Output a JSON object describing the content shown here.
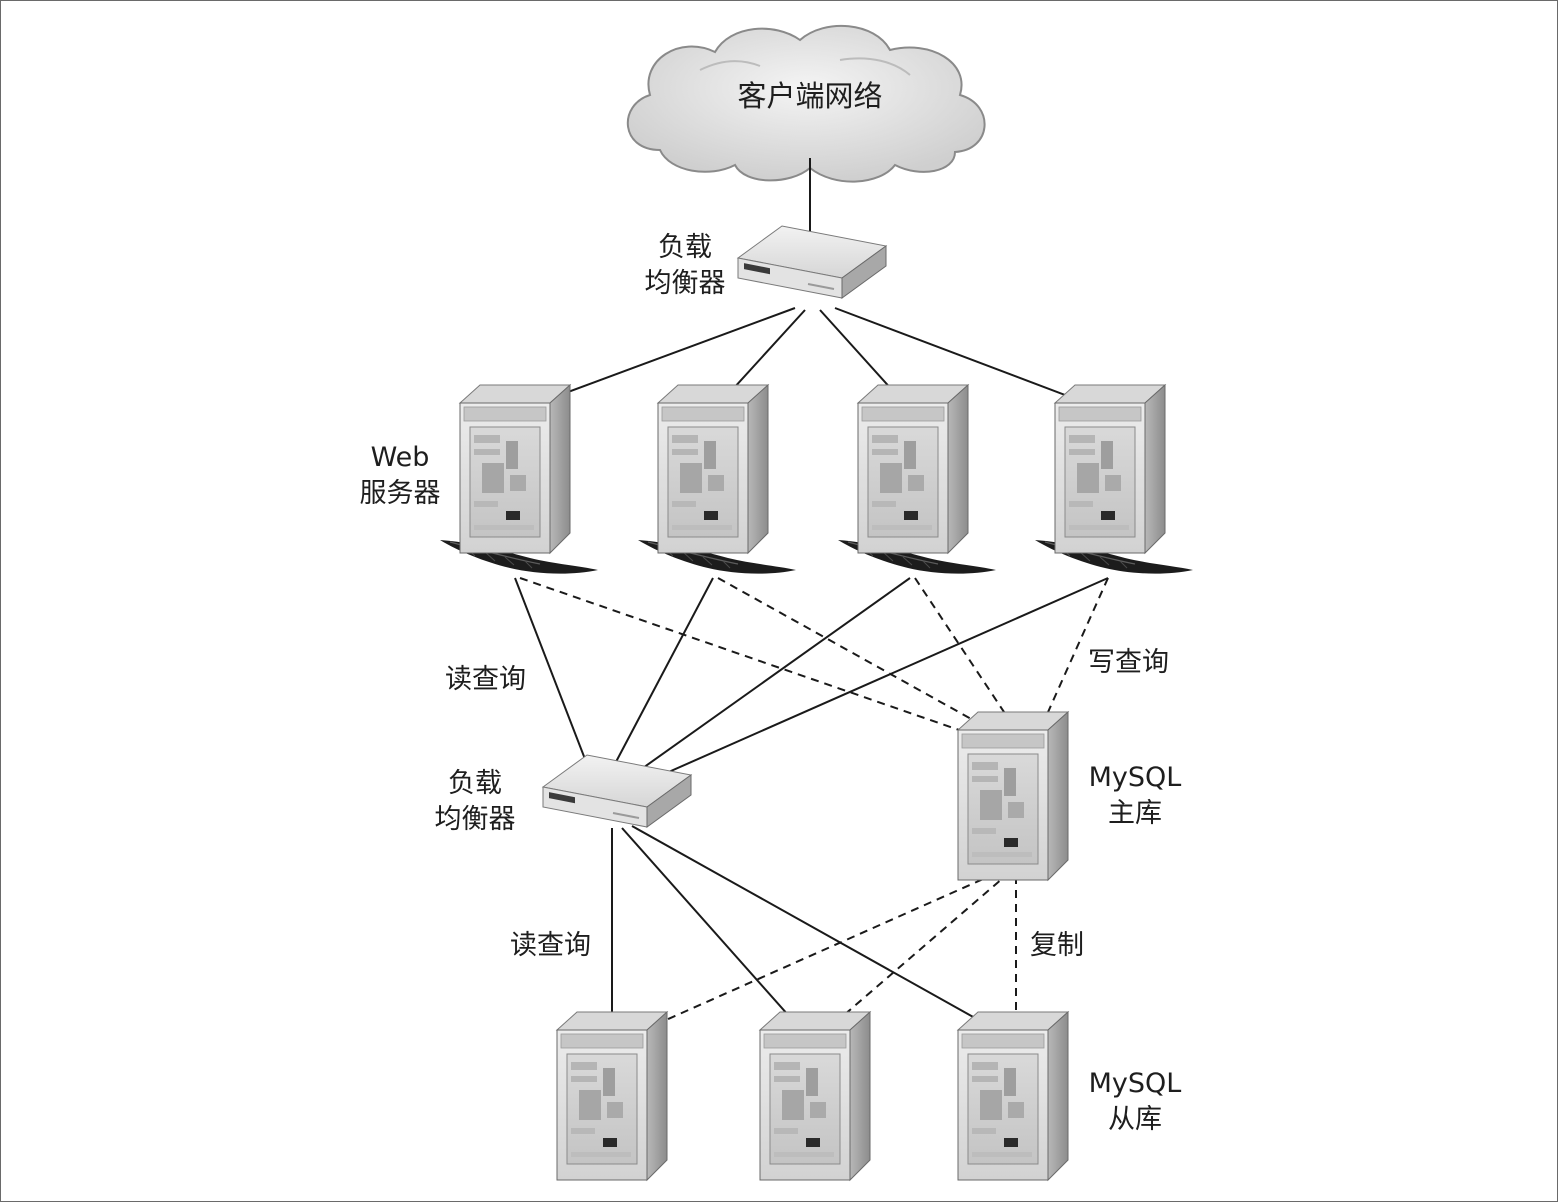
{
  "diagram": {
    "cloud_label": "客户端网络",
    "load_balancer_top": {
      "line1": "负载",
      "line2": "均衡器"
    },
    "web_servers": {
      "line1": "Web",
      "line2": "服务器"
    },
    "read_query_upper": "读查询",
    "write_query": "写查询",
    "load_balancer_mid": {
      "line1": "负载",
      "line2": "均衡器"
    },
    "mysql_master": {
      "line1": "MySQL",
      "line2": "主库"
    },
    "read_query_lower": "读查询",
    "replication": "复制",
    "mysql_slaves": {
      "line1": "MySQL",
      "line2": "从库"
    }
  }
}
